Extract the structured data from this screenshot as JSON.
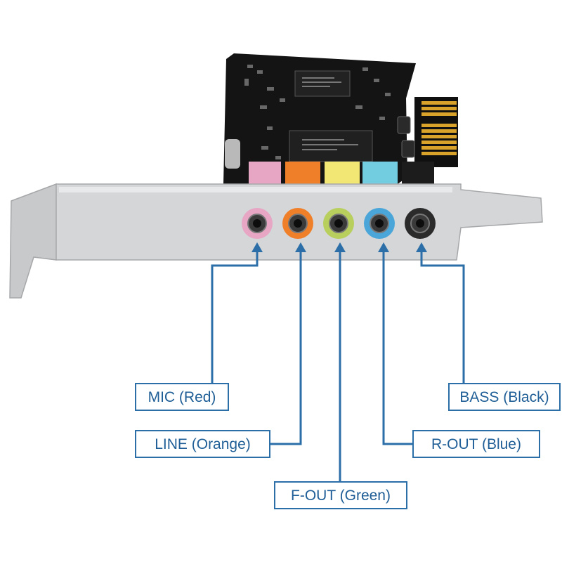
{
  "colors": {
    "accent": "#2c6fa8",
    "label_text": "#1f5e96",
    "pcb": "#141414",
    "bracket": "#d4d6d8",
    "gold": "#d9a22a"
  },
  "jacks": [
    {
      "id": "mic",
      "color": "#e6a6c4",
      "label": "MIC (Red)"
    },
    {
      "id": "line",
      "color": "#f07f2a",
      "label": "LINE (Orange)"
    },
    {
      "id": "fout",
      "color": "#b8cf5e",
      "label": "F-OUT (Green)"
    },
    {
      "id": "rout",
      "color": "#4aa6d8",
      "label": "R-OUT (Blue)"
    },
    {
      "id": "bass",
      "color": "#2b2b2b",
      "label": "BASS (Black)"
    }
  ]
}
